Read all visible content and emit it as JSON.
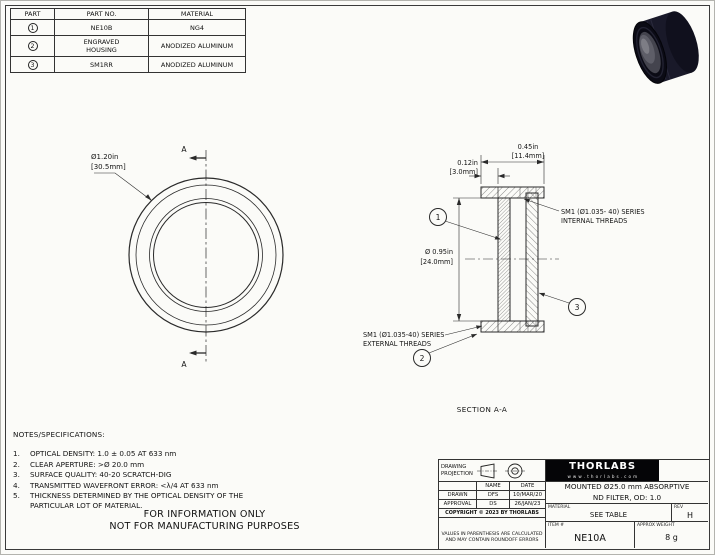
{
  "parts_table": {
    "headers": {
      "part": "PART",
      "part_no": "PART NO.",
      "material": "MATERIAL"
    },
    "rows": [
      {
        "num": "1",
        "part_no": "NE10B",
        "material": "NG4"
      },
      {
        "num": "2",
        "part_no": "ENGRAVED HOUSING",
        "material": "ANODIZED ALUMINUM"
      },
      {
        "num": "3",
        "part_no": "SM1RR",
        "material": "ANODIZED ALUMINUM"
      }
    ]
  },
  "front_view": {
    "dia_in": "Ø1.20in",
    "dia_mm": "[30.5mm]",
    "section_letter": "A"
  },
  "section_view": {
    "title": "SECTION A-A",
    "dim_total_in": "0.45in",
    "dim_total_mm": "[11.4mm]",
    "dim_lip_in": "0.12in",
    "dim_lip_mm": "[3.0mm]",
    "dim_aperture_in": "Ø 0.95in",
    "dim_aperture_mm": "[24.0mm]",
    "internal_threads_l1": "SM1 (Ø1.035- 40) SERIES",
    "internal_threads_l2": "INTERNAL THREADS",
    "external_threads_l1": "SM1 (Ø1.035-40) SERIES",
    "external_threads_l2": "EXTERNAL THREADS",
    "balloon_1": "1",
    "balloon_2": "2",
    "balloon_3": "3"
  },
  "notes": {
    "title": "NOTES/SPECIFICATIONS:",
    "items": [
      {
        "num": "1.",
        "text": "OPTICAL DENSITY: 1.0 ± 0.05 AT 633 nm"
      },
      {
        "num": "2.",
        "text": "CLEAR APERTURE: >Ø 20.0 mm"
      },
      {
        "num": "3.",
        "text": "SURFACE QUALITY: 40-20 SCRATCH-DIG"
      },
      {
        "num": "4.",
        "text": "TRANSMITTED WAVEFRONT ERROR: <λ/4 AT 633 nm"
      },
      {
        "num": "5.",
        "text": "THICKNESS DETERMINED BY THE OPTICAL DENSITY OF THE PARTICULAR LOT OF MATERIAL."
      }
    ],
    "info_line1": "FOR INFORMATION ONLY",
    "info_line2": "NOT FOR MANUFACTURING PURPOSES"
  },
  "title_block": {
    "projection_label_l1": "DRAWING",
    "projection_label_l2": "PROJECTION",
    "name_header": "NAME",
    "date_header": "DATE",
    "drawn_label": "DRAWN",
    "drawn_name": "DFS",
    "drawn_date": "10/MAR/20",
    "approval_label": "APPROVAL",
    "approval_name": "DS",
    "approval_date": "26/JAN/23",
    "copyright": "COPYRIGHT © 2023 BY THORLABS",
    "values_note_l1": "VALUES IN PARENTHESIS ARE CALCULATED",
    "values_note_l2": "AND MAY CONTAIN ROUNDOFF ERRORS",
    "logo_text": "THORLABS",
    "website": "w w w . t h o r l a b s . c o m",
    "title_l1": "MOUNTED Ø25.0 mm ABSORPTIVE",
    "title_l2": "ND FILTER, OD: 1.0",
    "material_label": "MATERIAL",
    "material_value": "SEE TABLE",
    "rev_label": "REV",
    "rev_value": "H",
    "item_label": "ITEM #",
    "item_value": "NE10A",
    "weight_label": "APPROX WEIGHT",
    "weight_value": "8 g"
  }
}
